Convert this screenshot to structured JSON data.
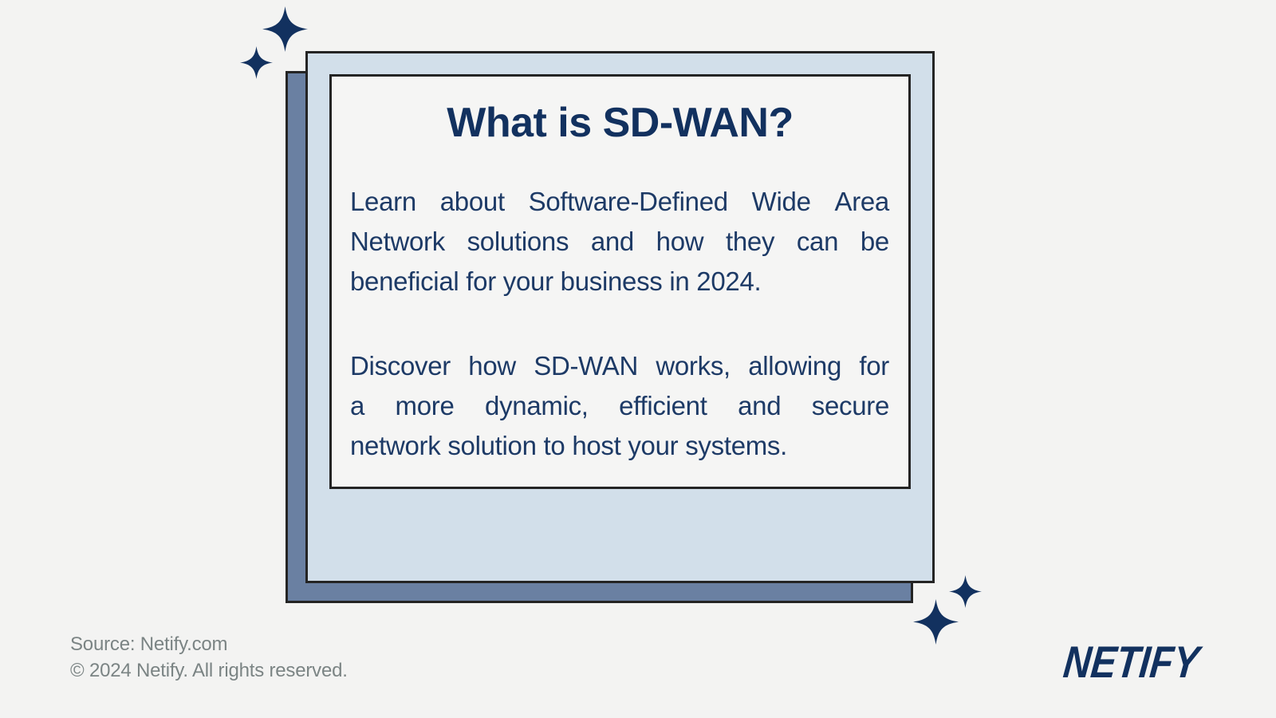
{
  "colors": {
    "page_bg": "#f3f3f2",
    "panel_bg": "#f5f5f4",
    "card_front": "#d2dfea",
    "card_back": "#6a80a2",
    "border": "#242424",
    "navy": "#12315f",
    "body_text": "#1d3a66",
    "muted": "#7b8484"
  },
  "card": {
    "title": "What is SD-WAN?",
    "paragraphs": [
      {
        "lines": [
          {
            "text": "Learn about Software-Defined Wide Area",
            "justify": true
          },
          {
            "text": "Network solutions and how they can be",
            "justify": true
          },
          {
            "text": "beneficial for your business in 2024.",
            "justify": false
          }
        ]
      },
      {
        "lines": [
          {
            "text": "Discover how SD-WAN works, allowing for",
            "justify": true
          },
          {
            "text": "a more dynamic, efficient and secure",
            "justify": true
          },
          {
            "text": "network solution to host your systems.",
            "justify": false
          }
        ]
      }
    ]
  },
  "footer": {
    "source_line1": "Source: Netify.com",
    "source_line2": "© 2024 Netify. All rights reserved.",
    "logo_text": "NETIFY"
  },
  "decorations": {
    "sparkle_icon": "four-point-sparkle",
    "sparkle_color": "#12315f",
    "sparkle_count": 4
  }
}
